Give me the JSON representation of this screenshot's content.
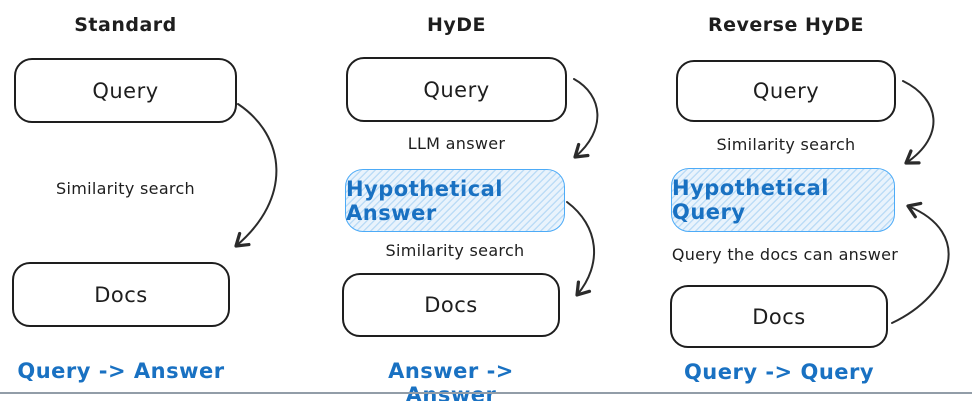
{
  "columns": {
    "standard": {
      "title": "Standard",
      "query_label": "Query",
      "edge1_label": "Similarity search",
      "docs_label": "Docs",
      "summary": "Query -> Answer"
    },
    "hyde": {
      "title": "HyDE",
      "query_label": "Query",
      "edge1_label": "LLM answer",
      "highlight_label": "Hypothetical Answer",
      "edge2_label": "Similarity search",
      "docs_label": "Docs",
      "summary": "Answer -> Answer"
    },
    "reverse_hyde": {
      "title": "Reverse HyDE",
      "query_label": "Query",
      "edge1_label": "Similarity search",
      "highlight_label": "Hypothetical Query",
      "edge2_label": "Query the docs can answer",
      "docs_label": "Docs",
      "summary": "Query -> Query"
    }
  },
  "colors": {
    "background": "#ffffff",
    "stroke": "#1e1e1e",
    "arrow": "#2b2b2b",
    "accent_blue": "#1971c2",
    "highlight_border": "#4dabf7",
    "highlight_fill": "#e9f3fc",
    "highlight_hatch": "#bcdcf6",
    "divider": "#929da8"
  }
}
